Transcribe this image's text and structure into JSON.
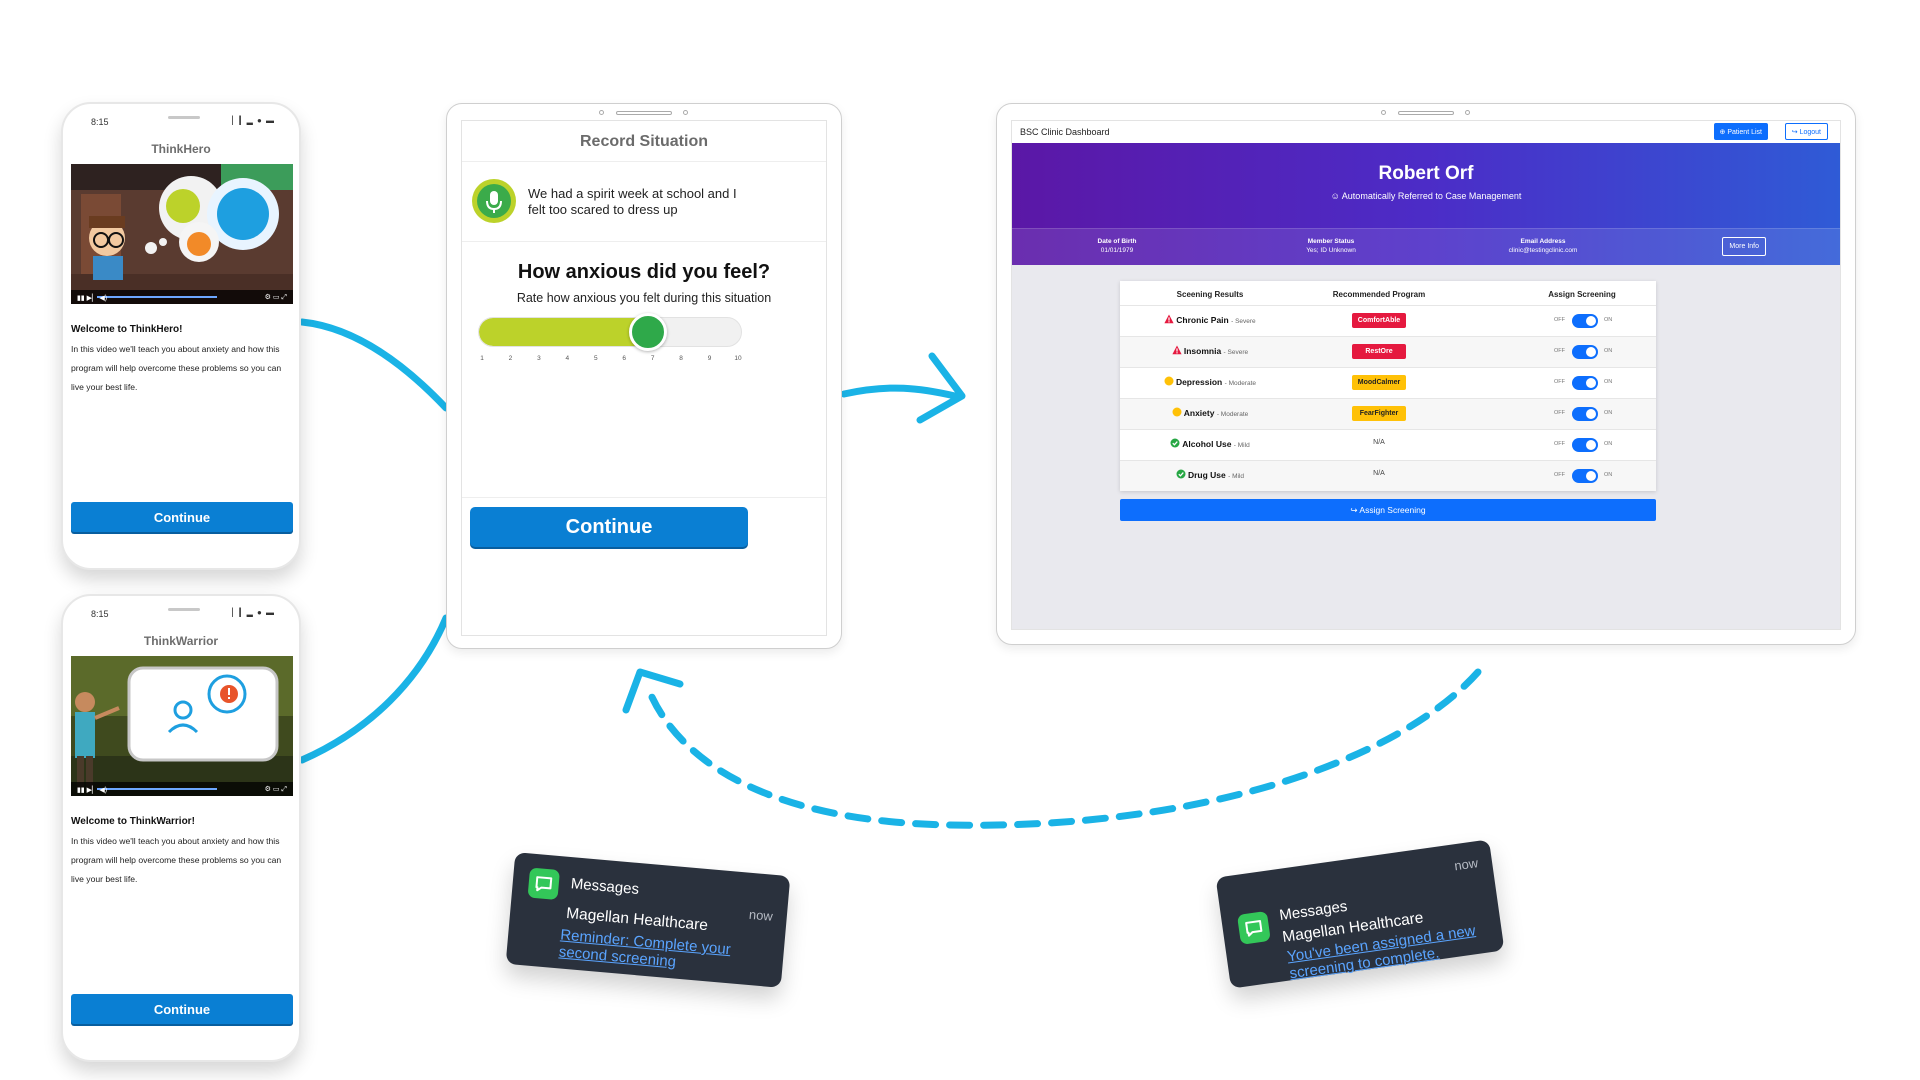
{
  "phone1": {
    "time": "8:15",
    "status_icons": "▏▎▂ ● ▬",
    "app_title": "ThinkHero",
    "welcome": "Welcome to ThinkHero!",
    "description": "In this video we'll teach you about anxiety and how this program will help overcome these problems so you can live your best life.",
    "continue_label": "Continue",
    "video_controls": "▮▮  ▶▏ ◀)",
    "video_right": "⚙ ▭ ⤢"
  },
  "phone2": {
    "time": "8:15",
    "status_icons": "▏▎▂ ● ▬",
    "app_title": "ThinkWarrior",
    "welcome": "Welcome to ThinkWarrior!",
    "description": "In this video we'll teach you about anxiety and how this program will help overcome these problems so you can live your best life.",
    "continue_label": "Continue",
    "video_controls": "▮▮  ▶▏ ◀)",
    "video_right": "⚙ ▭ ⤢"
  },
  "record": {
    "title": "Record Situation",
    "situation": "We had a spirit week at school and I felt too scared to dress up",
    "question": "How anxious did you feel?",
    "subtitle": "Rate how anxious you felt during this situation",
    "slider": {
      "min": 1,
      "max": 10,
      "value": 7
    },
    "ticks": [
      "1",
      "2",
      "3",
      "4",
      "5",
      "6",
      "7",
      "8",
      "9",
      "10"
    ],
    "continue_label": "Continue"
  },
  "dashboard": {
    "brand": "BSC Clinic Dashboard",
    "patient_list_label": "⊕ Patient List",
    "logout_label": "↪ Logout",
    "patient_name": "Robert Orf",
    "referral": "☺ Automatically Referred to Case Management",
    "info": [
      {
        "label": "Date of Birth",
        "value": "01/01/1979"
      },
      {
        "label": "Member Status",
        "value": "Yes; ID Unknown"
      },
      {
        "label": "Email Address",
        "value": "clinic@testingclinic.com"
      }
    ],
    "more_info_label": "More Info",
    "headers": [
      "Sceening Results",
      "Recommended Program",
      "Assign Screening"
    ],
    "rows": [
      {
        "condition": "Chronic Pain",
        "severity": "- Severe",
        "program": "ComfortAble",
        "level": "severe"
      },
      {
        "condition": "Insomnia",
        "severity": "- Severe",
        "program": "RestOre",
        "level": "severe"
      },
      {
        "condition": "Depression",
        "severity": "- Moderate",
        "program": "MoodCalmer",
        "level": "moderate"
      },
      {
        "condition": "Anxiety",
        "severity": "- Moderate",
        "program": "FearFighter",
        "level": "moderate"
      },
      {
        "condition": "Alcohol Use",
        "severity": "- Mild",
        "program": "N/A",
        "level": "mild"
      },
      {
        "condition": "Drug Use",
        "severity": "- Mild",
        "program": "N/A",
        "level": "mild"
      }
    ],
    "toggle_off_label": "OFF",
    "toggle_on_label": "ON",
    "assign_label": "↪ Assign Screening"
  },
  "notifications": [
    {
      "app": "Messages",
      "time": "now",
      "sender": "Magellan Healthcare",
      "message": "Reminder: Complete your second screening"
    },
    {
      "app": "Messages",
      "time": "now",
      "sender": "Magellan Healthcare",
      "message": "You've been assigned a new screening to complete."
    }
  ],
  "colors": {
    "primary_blue": "#0a7fd3",
    "connector_cyan": "#1ab3e6",
    "bootstrap_blue": "#0d6efd",
    "severe_red": "#e5193f",
    "moderate_yellow": "#ffc107",
    "mild_green": "#27a744",
    "slider_lime": "#bcd22a",
    "slider_knob": "#2fa94a"
  }
}
